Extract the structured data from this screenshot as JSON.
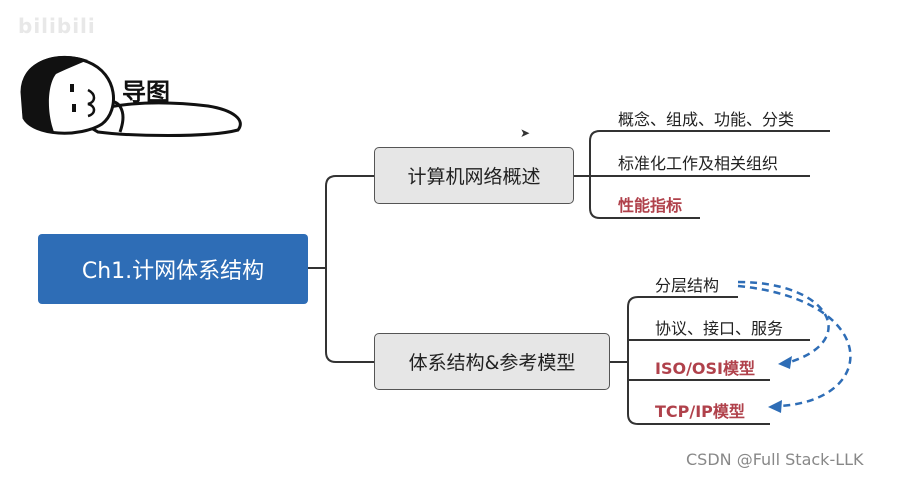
{
  "watermark": "bilibili",
  "cartoon": {
    "label": "导图"
  },
  "root": {
    "label": "Ch1.计网体系结构"
  },
  "branches": [
    {
      "label": "计算机网络概述",
      "children": [
        {
          "label": "概念、组成、功能、分类",
          "highlight": false
        },
        {
          "label": "标准化工作及相关组织",
          "highlight": false
        },
        {
          "label": "性能指标",
          "highlight": true
        }
      ]
    },
    {
      "label": "体系结构&参考模型",
      "children": [
        {
          "label": "分层结构",
          "highlight": false
        },
        {
          "label": "协议、接口、服务",
          "highlight": false
        },
        {
          "label": "ISO/OSI模型",
          "highlight": true
        },
        {
          "label": "TCP/IP模型",
          "highlight": true
        }
      ]
    }
  ],
  "credit": "CSDN @Full Stack-LLK",
  "colors": {
    "root": "#2e6db6",
    "highlight": "#b0414b",
    "arrow": "#2e6db6",
    "line": "#333333"
  }
}
